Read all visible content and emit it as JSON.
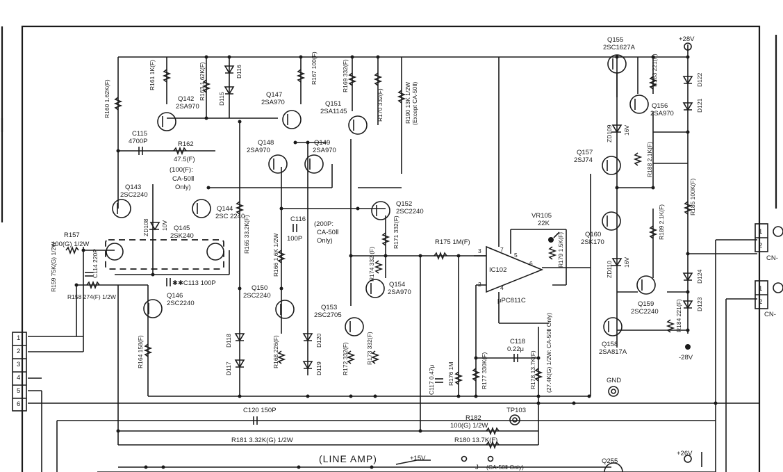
{
  "transistors": [
    {
      "id": "q155",
      "ref": "Q155",
      "part": "2SC1627A"
    },
    {
      "id": "q142",
      "ref": "Q142",
      "part": "2SA970"
    },
    {
      "id": "q147",
      "ref": "Q147",
      "part": "2SA970"
    },
    {
      "id": "q151",
      "ref": "Q151",
      "part": "2SA1145"
    },
    {
      "id": "q148",
      "ref": "Q148",
      "part": "2SA970"
    },
    {
      "id": "q149",
      "ref": "Q149",
      "part": "2SA970"
    },
    {
      "id": "q143",
      "ref": "Q143",
      "part": "2SC2240"
    },
    {
      "id": "q144",
      "ref": "Q144",
      "part": "2SC 2240"
    },
    {
      "id": "q145",
      "ref": "Q145",
      "part": "2SK240"
    },
    {
      "id": "q152",
      "ref": "Q152",
      "part": "2SC2240"
    },
    {
      "id": "q156",
      "ref": "Q156",
      "part": "2SA970"
    },
    {
      "id": "q157",
      "ref": "Q157",
      "part": "2SJ74"
    },
    {
      "id": "q160",
      "ref": "Q160",
      "part": "2SK170"
    },
    {
      "id": "q146",
      "ref": "Q146",
      "part": "2SC2240"
    },
    {
      "id": "q150",
      "ref": "Q150",
      "part": "2SC2240"
    },
    {
      "id": "q153",
      "ref": "Q153",
      "part": "2SC2705"
    },
    {
      "id": "q154",
      "ref": "Q154",
      "part": "2SA970"
    },
    {
      "id": "q159",
      "ref": "Q159",
      "part": "2SC2240"
    },
    {
      "id": "q158",
      "ref": "Q158",
      "part": "2SA817A"
    },
    {
      "id": "q255",
      "ref": "Q255",
      "part": ""
    }
  ],
  "resistors": [
    {
      "id": "r160",
      "text": "R160 1.62K(F)"
    },
    {
      "id": "r161",
      "text": "R161 1K(F)"
    },
    {
      "id": "r163",
      "text": "R163 1.62K(F)"
    },
    {
      "id": "r167",
      "text": "R167 100(F)"
    },
    {
      "id": "r169",
      "text": "R169 332(F)"
    },
    {
      "id": "r170",
      "text": "R170 332(F)"
    },
    {
      "id": "r190",
      "text": "R190 13K 1/2W"
    },
    {
      "id": "r190note",
      "text": "(Except CA-50Ⅱ)"
    },
    {
      "id": "r162",
      "text": "R162"
    },
    {
      "id": "r162v",
      "text": "47.5(F)"
    },
    {
      "id": "r165",
      "text": "R165 33.2K(F)"
    },
    {
      "id": "r166",
      "text": "R166 1.6K 1/2W"
    },
    {
      "id": "r171",
      "text": "R171 332(F)"
    },
    {
      "id": "r174",
      "text": "R174 332 (F)"
    },
    {
      "id": "r175",
      "text": "R175 1M(F)"
    },
    {
      "id": "r179",
      "text": "R179 1.5K(F)"
    },
    {
      "id": "r183",
      "text": "R183 221(F)"
    },
    {
      "id": "r188",
      "text": "R188 2.1K(F)"
    },
    {
      "id": "r185",
      "text": "R185 100K(F)"
    },
    {
      "id": "r189",
      "text": "R189 2.1K(F)"
    },
    {
      "id": "r184",
      "text": "R184 221(F)"
    },
    {
      "id": "r157",
      "text": "R157"
    },
    {
      "id": "r157v",
      "text": "100(G) 1/2W"
    },
    {
      "id": "r159",
      "text": "R159 75K(G) 1/2W"
    },
    {
      "id": "r158",
      "text": "R158 274(F) 1/2W"
    },
    {
      "id": "r164",
      "text": "R164 158(F)"
    },
    {
      "id": "r168",
      "text": "R168 226(F)"
    },
    {
      "id": "r172",
      "text": "R172 332(F)"
    },
    {
      "id": "r173",
      "text": "R173 332(F)"
    },
    {
      "id": "r176",
      "text": "R176 1M"
    },
    {
      "id": "r177",
      "text": "R177 330K(F)"
    },
    {
      "id": "r178",
      "text": "R178 13.7K(F)"
    },
    {
      "id": "r178note",
      "text": "(27.4K(G) 1/2W: CA-50Ⅱ Only)"
    },
    {
      "id": "r181",
      "text": "R181 3.32K(G) 1/2W"
    },
    {
      "id": "r182",
      "text": "R182"
    },
    {
      "id": "r182v",
      "text": "100(G) 1/2W"
    },
    {
      "id": "r180",
      "text": "R180 13.7K(F)"
    }
  ],
  "capacitors": [
    {
      "id": "c115",
      "text": "C115"
    },
    {
      "id": "c115v",
      "text": "4700P"
    },
    {
      "id": "c116",
      "text": "C116"
    },
    {
      "id": "c116v",
      "text": "100P"
    },
    {
      "id": "c113",
      "text": "✱✱C113 100P"
    },
    {
      "id": "c114",
      "text": "C114 220P"
    },
    {
      "id": "c117",
      "text": "C117 0.47μ"
    },
    {
      "id": "c118",
      "text": "C118"
    },
    {
      "id": "c118v",
      "text": "0.22μ"
    },
    {
      "id": "c120",
      "text": "C120 150P"
    }
  ],
  "diodes": [
    {
      "id": "d116",
      "text": "D116"
    },
    {
      "id": "d115",
      "text": "D115"
    },
    {
      "id": "d122",
      "text": "D122"
    },
    {
      "id": "d121",
      "text": "D121"
    },
    {
      "id": "d124",
      "text": "D124"
    },
    {
      "id": "d123",
      "text": "D123"
    },
    {
      "id": "d118",
      "text": "D118"
    },
    {
      "id": "d117",
      "text": "D117"
    },
    {
      "id": "d120",
      "text": "D120"
    },
    {
      "id": "d119",
      "text": "D119"
    },
    {
      "id": "zd108",
      "text": "ZD108"
    },
    {
      "id": "zd108v",
      "text": "10V"
    },
    {
      "id": "zd109",
      "text": "ZD109"
    },
    {
      "id": "zd109v",
      "text": "16V"
    },
    {
      "id": "zd110",
      "text": "ZD110"
    },
    {
      "id": "zd110v",
      "text": "16V"
    }
  ],
  "notes": {
    "n100f": "(100(F):",
    "nca": "CA-50Ⅱ",
    "nonly": "Only)",
    "n200p": "(200P:",
    "nca2": "CA-50Ⅱ",
    "nonly2": "Only)"
  },
  "ic": {
    "ref": "IC102",
    "part": "μPC811C",
    "pins": [
      "3",
      "2",
      "7",
      "4",
      "5",
      "6"
    ]
  },
  "vr": {
    "ref": "VR105",
    "value": "22K"
  },
  "rails": {
    "plus28": "+28V",
    "minus28": "-28V",
    "plus15": "+15V",
    "plus26": "+26V",
    "gnd": "GND"
  },
  "testpoint": "TP103",
  "jumper": {
    "ref": "J",
    "note": "(CA-50Ⅱ Only)"
  },
  "section_title": "(LINE AMP)",
  "connectors": {
    "left_pins": [
      "1",
      "2",
      "3",
      "4",
      "5",
      "6"
    ],
    "right_top_pins": [
      "1",
      "2"
    ],
    "right_bottom_pins": [
      "1",
      "2"
    ],
    "right_top_label": "CN-",
    "right_bottom_label": "CN-"
  }
}
